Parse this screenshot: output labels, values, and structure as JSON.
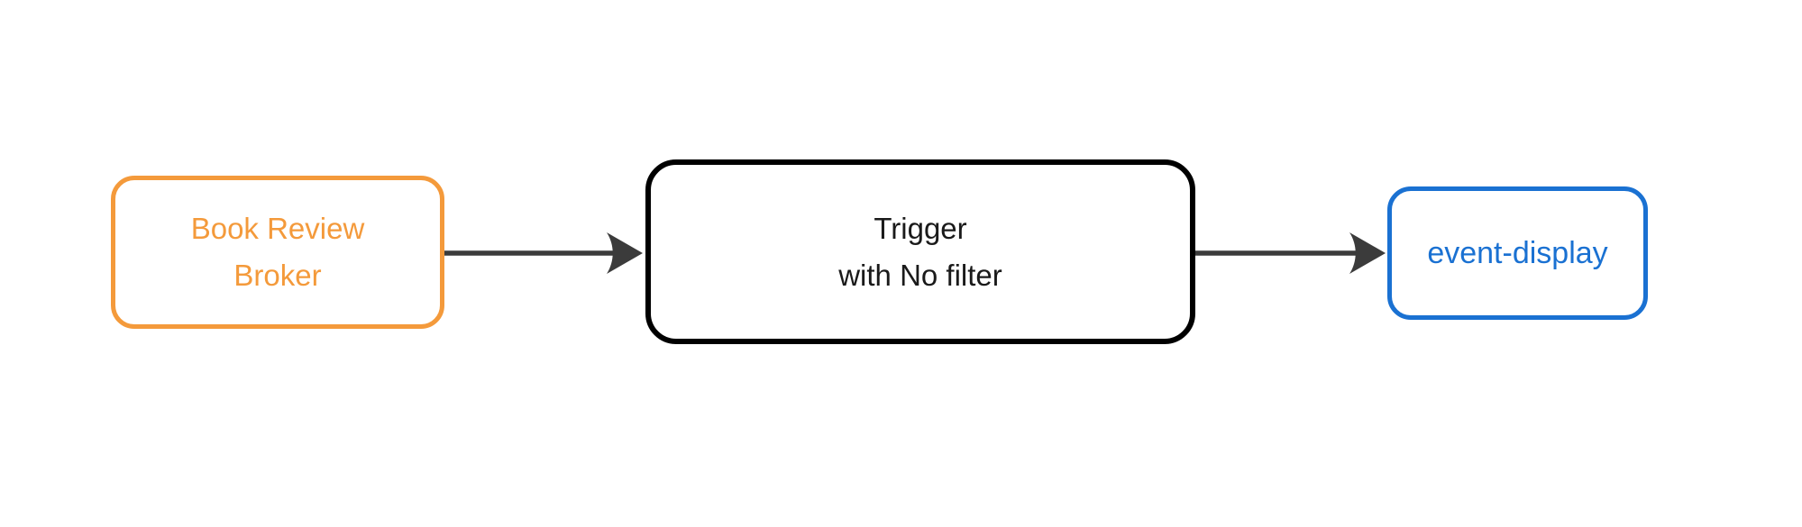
{
  "diagram": {
    "type": "flowchart",
    "direction": "left-to-right",
    "background_color": "#FFFFFF",
    "edge_color": "#3B3B3B",
    "nodes": [
      {
        "id": "book-review-broker",
        "shape": "rounded-rectangle",
        "accent_color": "#F49A3B",
        "label_lines": [
          "Book Review",
          "Broker"
        ]
      },
      {
        "id": "trigger",
        "shape": "rounded-rectangle",
        "accent_color": "#000000",
        "label_lines": [
          "Trigger",
          "with No filter"
        ]
      },
      {
        "id": "event-display",
        "shape": "rounded-rectangle",
        "accent_color": "#1A71D2",
        "label_lines": [
          "event-display"
        ]
      }
    ],
    "edges": [
      {
        "from": "book-review-broker",
        "to": "trigger",
        "style": "solid-arrow"
      },
      {
        "from": "trigger",
        "to": "event-display",
        "style": "solid-arrow"
      }
    ]
  }
}
